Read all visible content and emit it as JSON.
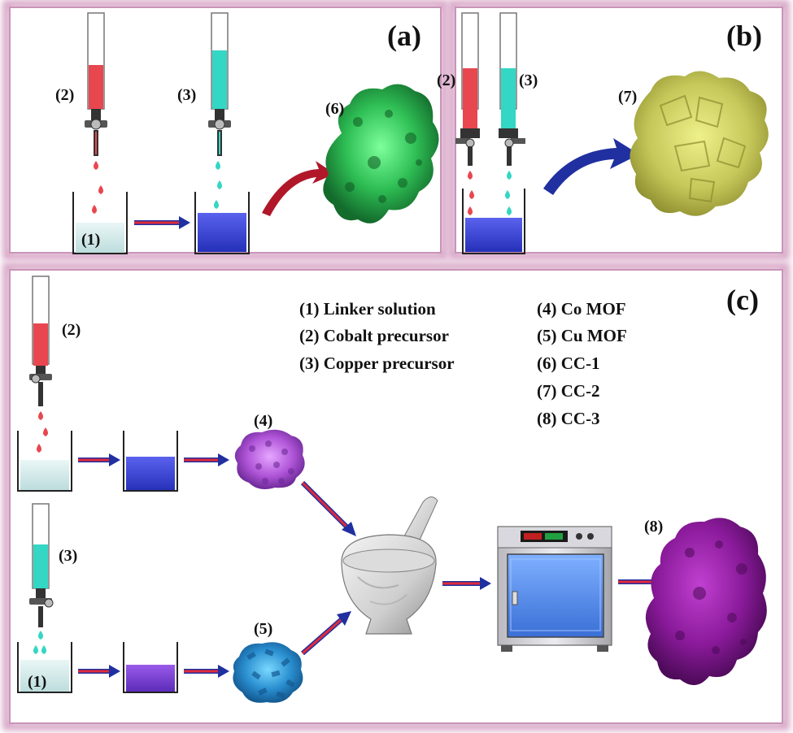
{
  "panels": [
    {
      "id": "a",
      "label": "(a)"
    },
    {
      "id": "b",
      "label": "(b)"
    },
    {
      "id": "c",
      "label": "(c)"
    }
  ],
  "numbers": {
    "n1": "(1)",
    "n2": "(2)",
    "n3": "(3)",
    "n4": "(4)",
    "n5": "(5)",
    "n6": "(6)",
    "n7": "(7)",
    "n8": "(8)"
  },
  "legend": [
    "(1) Linker solution",
    "(2) Cobalt precursor",
    "(3) Copper precursor",
    "(4) Co MOF",
    "(5) Cu MOF",
    "(6) CC-1",
    "(7) CC-2",
    "(8) CC-3"
  ],
  "colors": {
    "cobalt": "#e8474f",
    "copper": "#34d6c4",
    "blue_solution": "#3840d0",
    "violet_solution": "#7a3fd0",
    "linker": "#d6ecec",
    "cc1": "#2fbf55",
    "cc2": "#c7c85a",
    "cc3": "#8a1a9a",
    "co_mof": "#b055d8",
    "cu_mof": "#2a8fd0",
    "arrow_red": "#e02a3a",
    "arrow_blue": "#2030a0",
    "frame": "#c894b8"
  }
}
